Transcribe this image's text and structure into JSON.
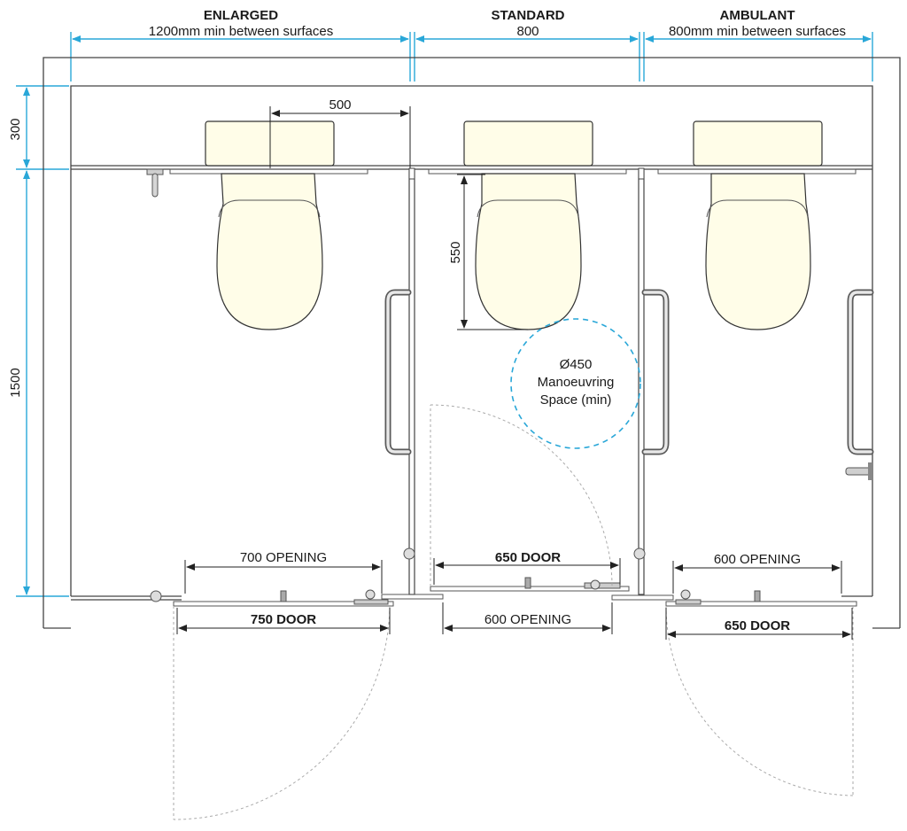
{
  "headers": {
    "enlarged": {
      "title": "ENLARGED",
      "sub": "1200mm min between surfaces"
    },
    "standard": {
      "title": "STANDARD",
      "sub": "800"
    },
    "ambulant": {
      "title": "AMBULANT",
      "sub": "800mm min between surfaces"
    }
  },
  "vertical_dims": {
    "top": "300",
    "main": "1500"
  },
  "enlarged": {
    "pan_offset": "500",
    "opening": "700 OPENING",
    "door": "750 DOOR"
  },
  "standard": {
    "pan_depth": "550",
    "door": "650 DOOR",
    "opening": "600 OPENING"
  },
  "ambulant": {
    "opening": "600 OPENING",
    "door": "650 DOOR"
  },
  "circle": {
    "line1": "Ø450",
    "line2": "Manoeuvring",
    "line3": "Space (min)"
  },
  "colors": {
    "dimension_blue": "#29a7d8",
    "pan_fill": "#fffde8",
    "wall": "#444444"
  }
}
